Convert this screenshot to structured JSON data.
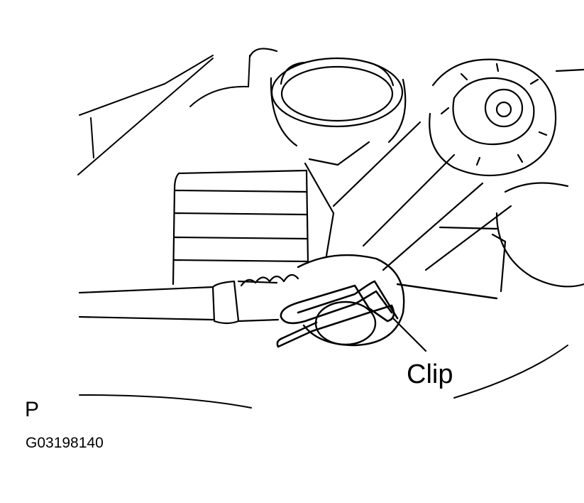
{
  "labels": {
    "clip": "Clip",
    "view": "P",
    "figure_code": "G03198140"
  },
  "colors": {
    "line": "#000000",
    "background": "#ffffff"
  }
}
